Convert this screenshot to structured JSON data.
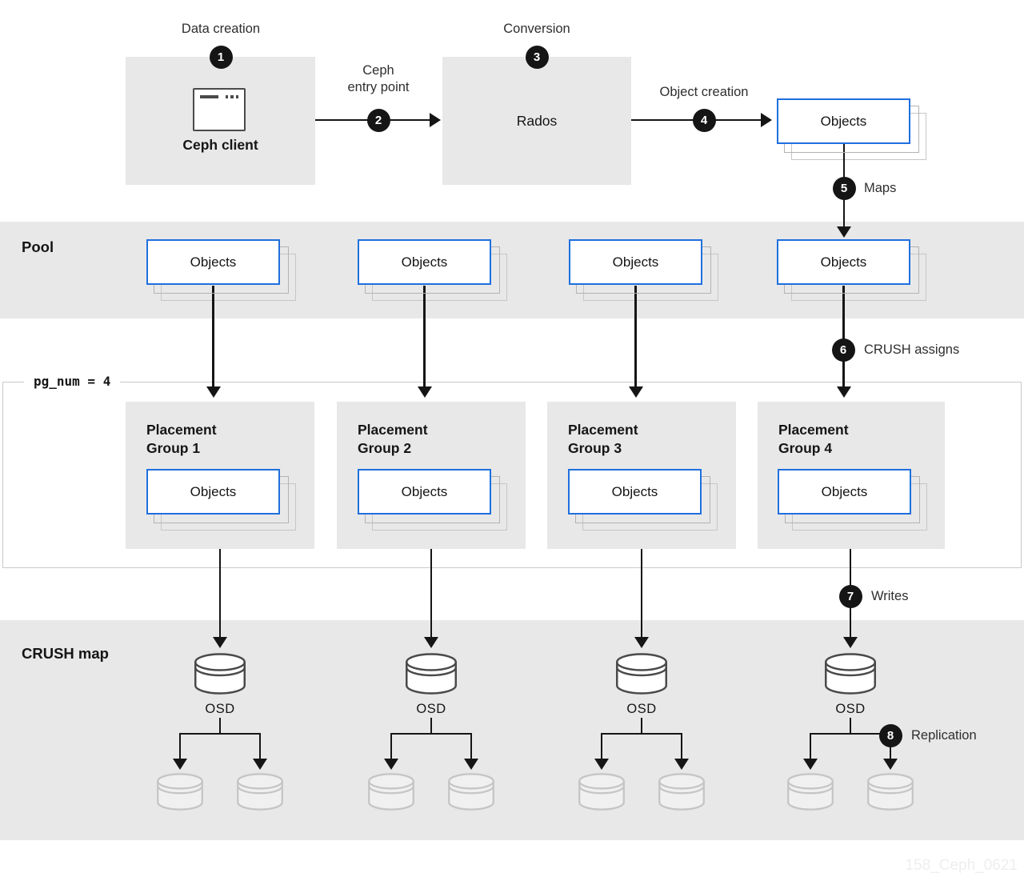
{
  "colors": {
    "accent_blue": "#1f6fdf",
    "panel_gray": "#e8e8e8",
    "ink": "#151515",
    "stack_shadow_gray": "#b3b3b3",
    "region_border_gray": "#c9c9c9",
    "sub_cylinder_gray": "#c5c5c5"
  },
  "nodes": {
    "ceph_client": "Ceph client",
    "rados": "Rados",
    "objects": "Objects"
  },
  "badges": [
    {
      "num": "1",
      "label": "Data creation"
    },
    {
      "num": "2",
      "label": "Ceph\nentry point"
    },
    {
      "num": "3",
      "label": "Conversion"
    },
    {
      "num": "4",
      "label": "Object creation"
    },
    {
      "num": "5",
      "label": "Maps"
    },
    {
      "num": "6",
      "label": "CRUSH assigns"
    },
    {
      "num": "7",
      "label": "Writes"
    },
    {
      "num": "8",
      "label": "Replication"
    }
  ],
  "pool": {
    "label": "Pool"
  },
  "pg": {
    "annotation": "pg_num = 4",
    "groups": [
      {
        "title": "Placement\nGroup 1"
      },
      {
        "title": "Placement\nGroup 2"
      },
      {
        "title": "Placement\nGroup 3"
      },
      {
        "title": "Placement\nGroup 4"
      }
    ]
  },
  "crush": {
    "label": "CRUSH map",
    "osd_label": "OSD"
  },
  "watermark": "158_Ceph_0621"
}
